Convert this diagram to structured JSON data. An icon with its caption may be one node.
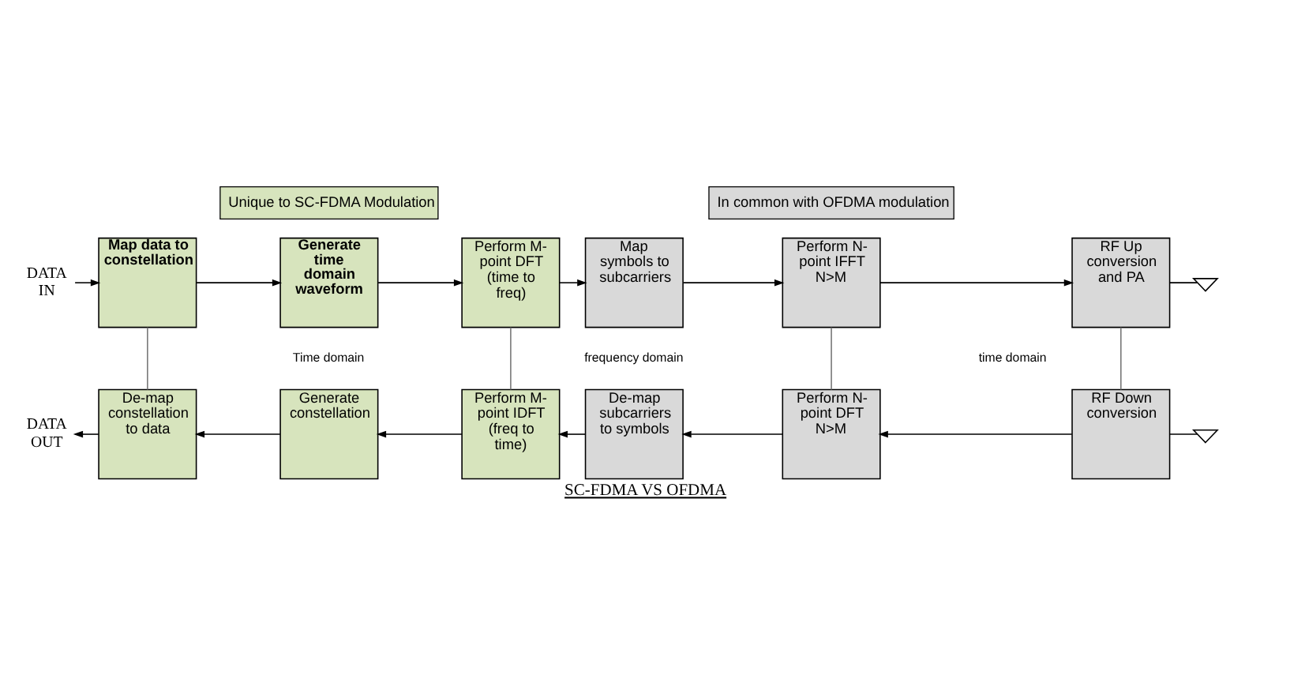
{
  "diagram": {
    "caption": "SC-FDMA VS OFDMA",
    "nodes": [
      {
        "text": [
          "DATA IN"
        ]
      },
      {
        "text": [
          "Map data to constellation"
        ]
      },
      {
        "text": [
          "Generate time domain waveform"
        ]
      },
      {
        "text": [
          "Perform M-point DFT (time to freq)"
        ]
      },
      {
        "text": [
          "Map symbols to subcarriers"
        ]
      },
      {
        "text": [
          "Perform N-point IFFT N>M"
        ]
      },
      {
        "text": [
          "RF Up conversion and PA"
        ]
      },
      {
        "text": [],
        "shape": "antenna"
      },
      {
        "text": [],
        "shape": "antenna"
      },
      {
        "text": [
          "RF Down conversion"
        ]
      },
      {
        "text": [
          "Perform N-point DFT N>M"
        ]
      },
      {
        "text": [
          "De-map subcarriers to symbols"
        ]
      },
      {
        "text": [
          "Perform M-point IDFT (freq to time)"
        ]
      },
      {
        "text": [
          "Generate constellation"
        ]
      },
      {
        "text": [
          "De-map constellation to data"
        ]
      },
      {
        "text": [
          "DATA OUT"
        ]
      }
    ],
    "edges": [
      {
        "from": 0,
        "to": 1,
        "arrow": "to"
      },
      {
        "from": 1,
        "to": 2,
        "arrow": "to"
      },
      {
        "from": 2,
        "to": 3,
        "arrow": "to"
      },
      {
        "from": 3,
        "to": 4,
        "arrow": "to"
      },
      {
        "from": 4,
        "to": 5,
        "arrow": "to"
      },
      {
        "from": 5,
        "to": 6,
        "arrow": "to"
      },
      {
        "from": 6,
        "to": 7,
        "arrow": "none"
      },
      {
        "from": 8,
        "to": 9,
        "arrow": "none"
      },
      {
        "from": 9,
        "to": 10,
        "arrow": "to"
      },
      {
        "from": 10,
        "to": 11,
        "arrow": "to"
      },
      {
        "from": 11,
        "to": 12,
        "arrow": "to"
      },
      {
        "from": 12,
        "to": 13,
        "arrow": "to"
      },
      {
        "from": 13,
        "to": 14,
        "arrow": "to"
      },
      {
        "from": 14,
        "to": 15,
        "arrow": "to"
      },
      {
        "from": 1,
        "to": 14,
        "arrow": "none",
        "color": "#767676"
      },
      {
        "from": 3,
        "to": 12,
        "arrow": "none",
        "color": "#767676"
      },
      {
        "from": 5,
        "to": 10,
        "arrow": "none",
        "color": "#767676"
      },
      {
        "from": 6,
        "to": 9,
        "arrow": "none",
        "color": "#767676"
      }
    ],
    "labels": [
      "Time domain",
      "frequency domain",
      "time domain"
    ],
    "legend": [
      {
        "text": "Unique to SC-FDMA Modulation",
        "color": "#d7e4bd"
      },
      {
        "text": "In common with OFDMA modulation",
        "color": "#d9d9d9"
      }
    ]
  }
}
